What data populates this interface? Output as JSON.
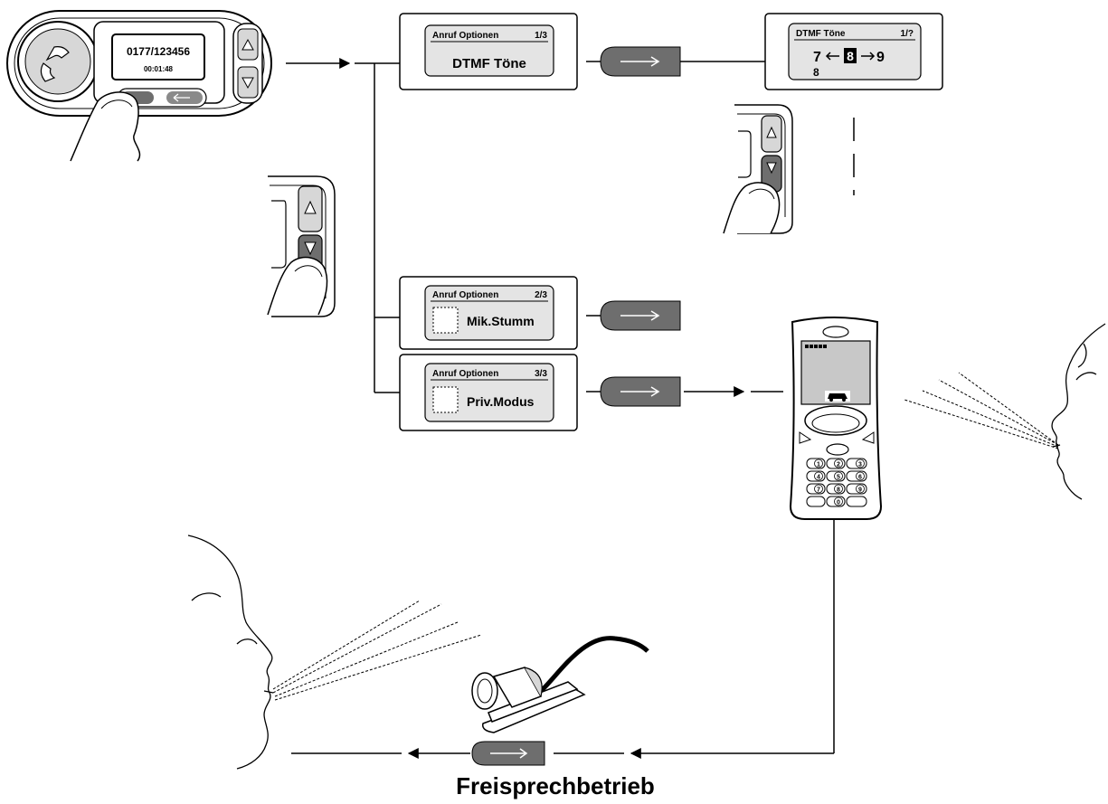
{
  "device": {
    "display_number": "0177/123456",
    "display_time": "00:01:48"
  },
  "menu": {
    "option1": {
      "header": "Anruf Optionen",
      "counter": "1/3",
      "label": "DTMF Töne"
    },
    "option2": {
      "header": "Anruf Optionen",
      "counter": "2/3",
      "label": "Mik.Stumm"
    },
    "option3": {
      "header": "Anruf Optionen",
      "counter": "3/3",
      "label": "Priv.Modus"
    }
  },
  "dtmf": {
    "header": "DTMF Töne",
    "counter": "1/?",
    "prev_digit": "7",
    "current_digit": "8",
    "next_digit": "9",
    "entered": "8"
  },
  "phone": {
    "keys": [
      "1",
      "2",
      "3",
      "4",
      "5",
      "6",
      "7",
      "8",
      "9",
      "0"
    ]
  },
  "caption": "Freisprechbetrieb",
  "colors": {
    "line": "#000000",
    "button_fill": "#6e6e6e",
    "screen_fill": "#e4e4e4",
    "phone_screen": "#c8c8c8"
  },
  "icons": [
    "handset-icon",
    "arrow-up-icon",
    "arrow-down-icon",
    "enter-arrow-icon",
    "back-arrow-icon",
    "car-icon",
    "signal-strength-icon"
  ]
}
